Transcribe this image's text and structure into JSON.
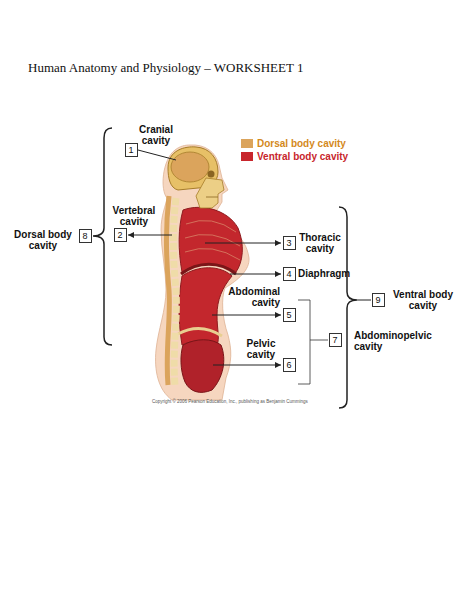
{
  "diagram": {
    "title": "Human Anatomy and Physiology – WORKSHEET 1",
    "nodes": [
      {
        "text": [
          "1"
        ]
      },
      {
        "text": [
          "8"
        ]
      },
      {
        "text": [
          "2"
        ]
      },
      {
        "text": [
          "3"
        ]
      },
      {
        "text": [
          "4"
        ]
      },
      {
        "text": [
          "9"
        ]
      },
      {
        "text": [
          "5"
        ]
      },
      {
        "text": [
          "7"
        ]
      },
      {
        "text": [
          "6"
        ]
      }
    ],
    "labels": [
      "Cranial cavity",
      "Dorsal body cavity",
      "Vertebral cavity",
      "Thoracic cavity",
      "Diaphragm",
      "Ventral body cavity",
      "Abdominal cavity",
      "Abdominopelvic cavity",
      "Pelvic cavity",
      "Copyright © 2006 Pearson Education, Inc., publishing as Benjamin Cummings"
    ],
    "legend": [
      {
        "text": "Dorsal body cavity",
        "color": "#dba45c"
      },
      {
        "text": "Ventral body cavity",
        "color": "#c8262c"
      }
    ]
  }
}
